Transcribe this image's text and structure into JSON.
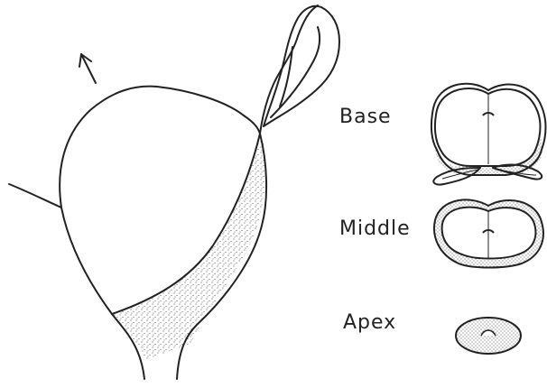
{
  "labels": {
    "base": "Base",
    "middle": "Middle",
    "apex": "Apex"
  },
  "colors": {
    "ink": "#222222",
    "paper": "#ffffff",
    "stipple": "#333333"
  },
  "icons": {
    "arrow": "arrow-up-left-icon"
  }
}
